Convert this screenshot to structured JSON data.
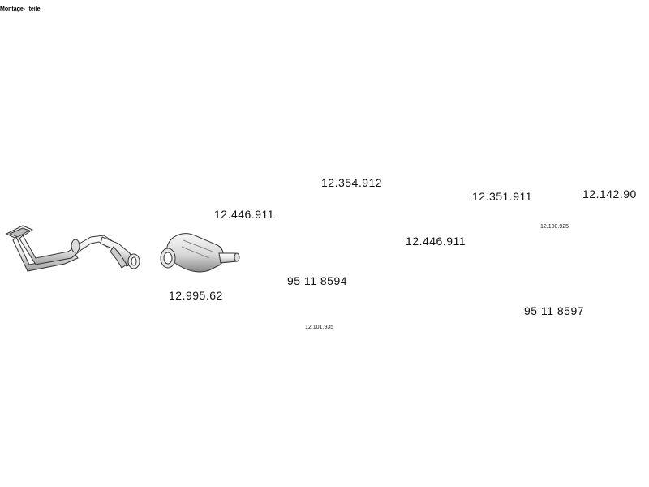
{
  "parts": {
    "front_pipe": {
      "icon": "front-pipe-icon"
    },
    "catalytic_converter": {
      "label": "12.995.62",
      "icon": "catalytic-converter-icon"
    },
    "clamp_left": {
      "label": "12.446.911",
      "icon": "pipe-clamp-icon"
    },
    "rubber_mount_single": {
      "label": "12.354.912",
      "icon": "rubber-mount-icon"
    },
    "middle_silencer": {
      "label": "95 11 8594",
      "icon": "silencer-icon"
    },
    "mounting_box_middle": {
      "label": "12.101.935",
      "icon": "mounting-box-icon"
    },
    "clamp_right": {
      "label": "12.446.911",
      "icon": "pipe-clamp-icon"
    },
    "rubber_mounts_pair": {
      "label": "12.351.911",
      "icon": "rubber-mount-icon"
    },
    "mounting_box_rear": {
      "label": "12.100.925",
      "icon": "mounting-box-icon"
    },
    "rear_silencer": {
      "label": "95 11 8597",
      "icon": "silencer-icon"
    },
    "mounting_kit": {
      "label": "12.142.90",
      "box_text_1": "Montage-",
      "box_text_2": "teile",
      "icon": "mounting-kit-icon"
    }
  },
  "colors": {
    "line": "#333333",
    "fill_light": "#f2f2f2",
    "fill_mid": "#d9d9d9",
    "fill_dark": "#9a9a9a"
  }
}
